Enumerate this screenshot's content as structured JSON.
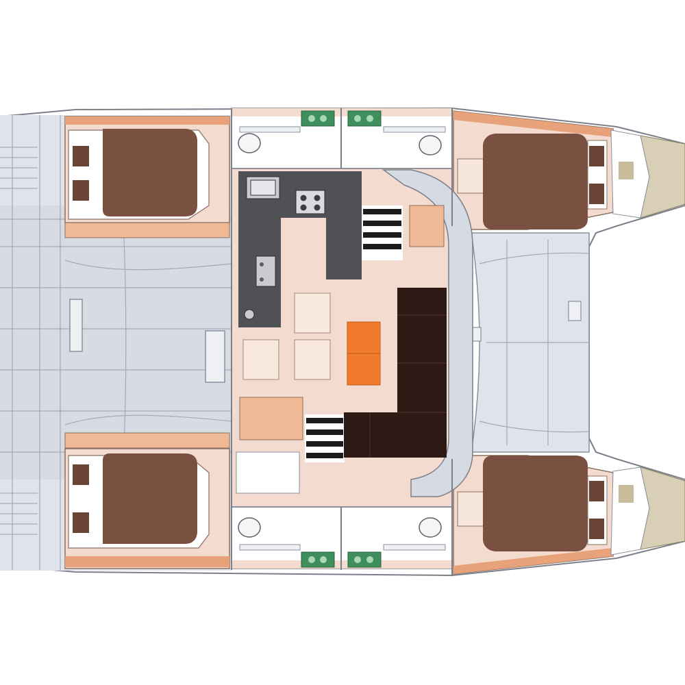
{
  "diagram": {
    "kind": "catamaran deck plan, top view",
    "rooms": [
      {
        "id": "cabin-aft-port",
        "type": "double cabin"
      },
      {
        "id": "cabin-aft-starboard",
        "type": "double cabin"
      },
      {
        "id": "cabin-fwd-port",
        "type": "double cabin"
      },
      {
        "id": "cabin-fwd-starboard",
        "type": "double cabin"
      },
      {
        "id": "head-1",
        "type": "head"
      },
      {
        "id": "head-2",
        "type": "head"
      },
      {
        "id": "head-3",
        "type": "head"
      },
      {
        "id": "head-4",
        "type": "head"
      },
      {
        "id": "galley",
        "type": "galley"
      },
      {
        "id": "saloon",
        "type": "saloon"
      },
      {
        "id": "aft-cockpit",
        "type": "cockpit"
      },
      {
        "id": "fore-deck",
        "type": "deck"
      }
    ],
    "watermark": "",
    "colors": {
      "deck": "#dde1ea",
      "deck_line": "#9aa0ad",
      "cabin_floor": "#f3dccf",
      "berth": "#7a5040",
      "pillow": "#6a4535",
      "wood_trim": "#e8a27a",
      "galley_counter": "#4f5154",
      "saloon_sofa": "#2e1a14",
      "saloon_table": "#f07b2c",
      "head_floor": "#ffffff",
      "shower_tray": "#3f8f5c",
      "trampoline": "#d8cfb6"
    }
  }
}
